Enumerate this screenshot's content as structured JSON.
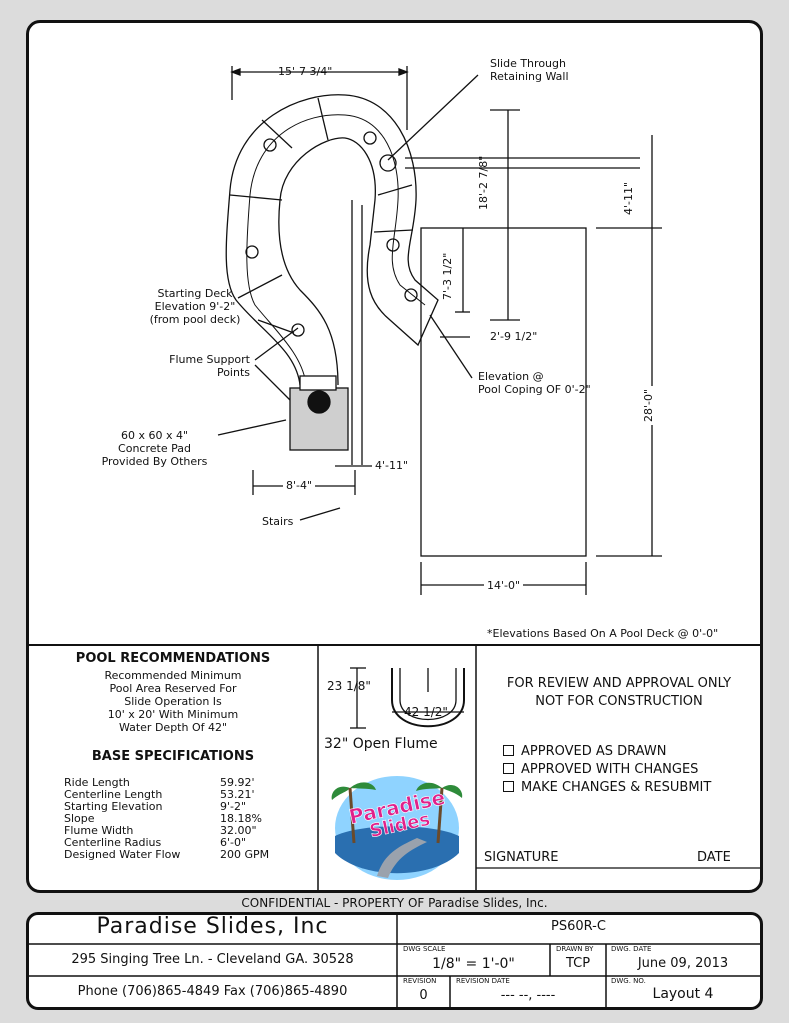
{
  "drawing": {
    "dim_top_width": "15'-7 3/4\"",
    "dim_height_18": "18'-2 7/8\"",
    "dim_4_11_right": "4'-11\"",
    "dim_7_3": "7'-3 1/2\"",
    "dim_2_9": "2'-9 1/2\"",
    "dim_28": "28'-0\"",
    "dim_14": "14'-0\"",
    "dim_8_4": "8'-4\"",
    "dim_4_11_bottom": "4'-11\"",
    "label_retaining_wall": [
      "Slide Through",
      "Retaining Wall"
    ],
    "label_starting_deck": [
      "Starting Deck",
      "Elevation 9'-2\"",
      "(from pool deck)"
    ],
    "label_flume_support": [
      "Flume Support",
      "Points"
    ],
    "label_concrete_pad": [
      "60 x 60 x 4\"",
      "Concrete Pad",
      "Provided By Others"
    ],
    "label_elevation": [
      "Elevation @",
      "Pool Coping OF 0'-2\""
    ],
    "label_stairs": "Stairs",
    "elevation_note": "*Elevations Based On A Pool Deck @ 0'-0\""
  },
  "pool": {
    "heading": "POOL RECOMMENDATIONS",
    "lines": [
      "Recommended Minimum",
      "Pool Area Reserved For",
      "Slide Operation Is",
      "10' x 20' With Minimum",
      "Water Depth Of 42\""
    ]
  },
  "base": {
    "heading": "BASE SPECIFICATIONS",
    "specs": [
      {
        "label": "Ride Length",
        "value": "59.92'"
      },
      {
        "label": "Centerline Length",
        "value": "53.21'"
      },
      {
        "label": "Starting Elevation",
        "value": "9'-2\""
      },
      {
        "label": "Slope",
        "value": "18.18%"
      },
      {
        "label": "Flume Width",
        "value": "32.00\""
      },
      {
        "label": "Centerline Radius",
        "value": "6'-0\""
      },
      {
        "label": "Designed Water Flow",
        "value": "200 GPM"
      }
    ]
  },
  "flume": {
    "height": "23 1/8\"",
    "width": "42 1/2\"",
    "title": "32\" Open Flume"
  },
  "logo": {
    "line1": "Paradise",
    "line2": "Slides"
  },
  "approval": {
    "heading": [
      "FOR REVIEW AND APPROVAL ONLY",
      "NOT FOR CONSTRUCTION"
    ],
    "options": [
      "APPROVED AS DRAWN",
      "APPROVED WITH CHANGES",
      "MAKE CHANGES & RESUBMIT"
    ],
    "signature_label": "SIGNATURE",
    "date_label": "DATE"
  },
  "confidential": "CONFIDENTIAL - PROPERTY OF Paradise Slides, Inc.",
  "titleblock": {
    "company": "Paradise Slides, Inc",
    "drawing_number": "PS60R-C",
    "address": "295 Singing Tree Ln. - Cleveland GA. 30528",
    "phone": "Phone (706)865-4849 Fax (706)865-4890",
    "scale_label": "DWG SCALE",
    "scale_value": "1/8\" = 1'-0\"",
    "drawn_by_label": "DRAWN BY",
    "drawn_by_value": "TCP",
    "dwg_date_label": "DWG. DATE",
    "dwg_date_value": "June 09, 2013",
    "revision_label": "REVISION",
    "revision_value": "0",
    "revision_date_label": "REVISION DATE",
    "revision_date_value": "--- --, ----",
    "dwg_no_label": "DWG. NO.",
    "dwg_no_value": "Layout 4"
  },
  "colors": {
    "line": "#111111",
    "pad_fill": "#cfcfcf",
    "logo_ocean": "#2a6fb0",
    "logo_sky": "#8fd3ff",
    "logo_palm": "#2e8b3a",
    "logo_text": "#e0218a"
  }
}
